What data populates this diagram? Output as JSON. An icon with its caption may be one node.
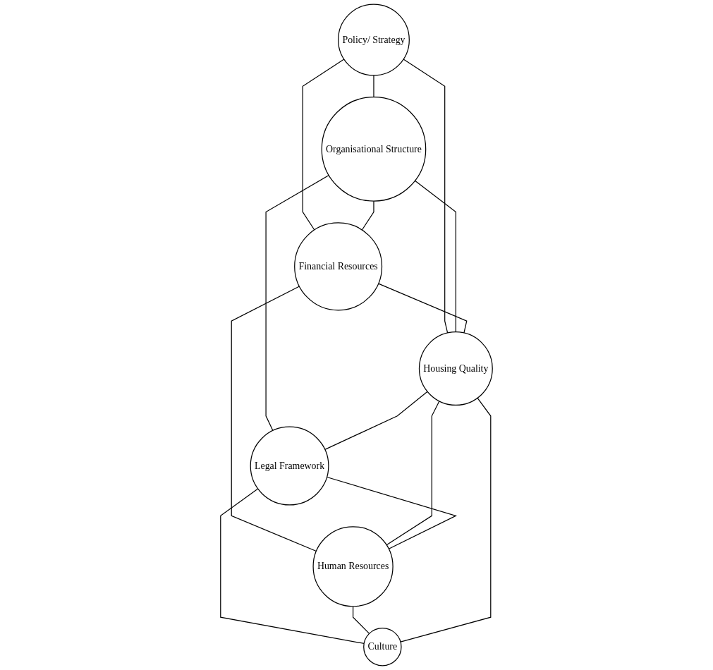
{
  "diagram": {
    "nodes": [
      {
        "text": [
          "Policy/ Strategy"
        ]
      },
      {
        "text": [
          "Organisational Structure"
        ]
      },
      {
        "text": [
          "Financial Resources"
        ]
      },
      {
        "text": [
          "Housing Quality"
        ]
      },
      {
        "text": [
          "Legal Framework"
        ]
      },
      {
        "text": [
          "Human Resources"
        ]
      },
      {
        "text": [
          "Culture"
        ]
      }
    ],
    "edges": [
      {
        "from": 0,
        "to": 1,
        "arrow": "none"
      },
      {
        "from": 0,
        "to": 2,
        "arrow": "none"
      },
      {
        "from": 1,
        "to": 2,
        "arrow": "none"
      },
      {
        "from": 0,
        "to": 3,
        "arrow": "none"
      },
      {
        "from": 1,
        "to": 3,
        "arrow": "none"
      },
      {
        "from": 2,
        "to": 3,
        "arrow": "none"
      },
      {
        "from": 1,
        "to": 4,
        "arrow": "none"
      },
      {
        "from": 2,
        "to": 5,
        "arrow": "none"
      },
      {
        "from": 3,
        "to": 4,
        "arrow": "none"
      },
      {
        "from": 3,
        "to": 5,
        "arrow": "none"
      },
      {
        "from": 4,
        "to": 5,
        "arrow": "none"
      },
      {
        "from": 4,
        "to": 6,
        "arrow": "none"
      },
      {
        "from": 5,
        "to": 6,
        "arrow": "none"
      },
      {
        "from": 3,
        "to": 6,
        "arrow": "none"
      }
    ]
  }
}
